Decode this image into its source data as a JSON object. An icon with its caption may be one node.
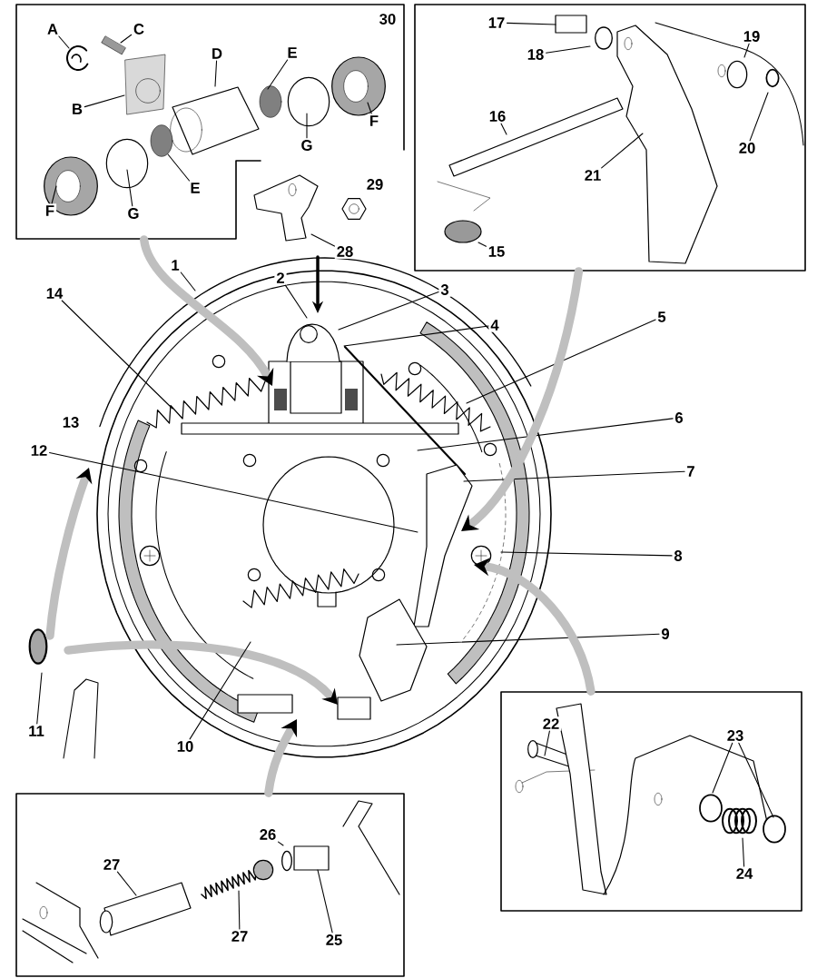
{
  "diagram": {
    "nodes": [
      {
        "text": [
          "30"
        ]
      },
      {
        "text": [
          "A"
        ],
        "in": 0
      },
      {
        "text": [
          "C"
        ],
        "in": 0
      },
      {
        "text": [
          "B"
        ],
        "in": 0
      },
      {
        "text": [
          "D"
        ],
        "in": 0
      },
      {
        "text": [
          "E"
        ],
        "in": 0
      },
      {
        "text": [
          "E"
        ],
        "in": 0
      },
      {
        "text": [
          "F"
        ],
        "in": 0
      },
      {
        "text": [
          "F"
        ],
        "in": 0
      },
      {
        "text": [
          "G"
        ],
        "in": 0
      },
      {
        "text": [
          "G"
        ],
        "in": 0
      },
      {
        "text": [],
        "shape": "box"
      },
      {
        "text": [
          "17"
        ],
        "in": 11
      },
      {
        "text": [
          "18"
        ],
        "in": 11
      },
      {
        "text": [
          "19"
        ],
        "in": 11
      },
      {
        "text": [
          "20"
        ],
        "in": 11
      },
      {
        "text": [
          "16"
        ],
        "in": 11
      },
      {
        "text": [
          "21"
        ],
        "in": 11
      },
      {
        "text": [
          "15"
        ],
        "in": 11
      },
      {
        "text": [
          "28"
        ]
      },
      {
        "text": [
          "1"
        ]
      },
      {
        "text": [
          "2"
        ]
      },
      {
        "text": [
          "3"
        ]
      },
      {
        "text": [
          "14"
        ]
      },
      {
        "text": [
          "5"
        ]
      },
      {
        "text": [
          "4"
        ]
      },
      {
        "text": [
          "6"
        ]
      },
      {
        "text": [
          "12"
        ]
      },
      {
        "text": [
          "7"
        ]
      },
      {
        "text": [
          "8"
        ]
      },
      {
        "text": [
          "9"
        ]
      },
      {
        "text": [
          "11"
        ]
      },
      {
        "text": [
          "10"
        ]
      },
      {
        "text": [],
        "shape": "box"
      },
      {
        "text": [
          "22"
        ],
        "in": 33
      },
      {
        "text": [
          "23"
        ],
        "in": 33
      },
      {
        "text": [
          "24"
        ],
        "in": 33
      },
      {
        "text": [],
        "shape": "box"
      },
      {
        "text": [
          "26"
        ],
        "in": 37
      },
      {
        "text": [
          "27"
        ],
        "in": 37
      },
      {
        "text": [
          "27"
        ],
        "in": 37
      },
      {
        "text": [
          "25"
        ],
        "in": 37
      }
    ],
    "edges": [
      {
        "from": 1,
        "to": null,
        "arrow": "none"
      },
      {
        "from": 2,
        "to": null,
        "arrow": "none"
      },
      {
        "from": 3,
        "to": null,
        "arrow": "none"
      },
      {
        "from": 4,
        "to": null,
        "arrow": "none"
      },
      {
        "from": 5,
        "to": null,
        "arrow": "none"
      },
      {
        "from": 6,
        "to": null,
        "arrow": "none"
      },
      {
        "from": 7,
        "to": null,
        "arrow": "none"
      },
      {
        "from": 8,
        "to": null,
        "arrow": "none"
      },
      {
        "from": 9,
        "to": null,
        "arrow": "none"
      },
      {
        "from": 10,
        "to": null,
        "arrow": "none"
      },
      {
        "from": 12,
        "to": null,
        "arrow": "none"
      },
      {
        "from": 13,
        "to": null,
        "arrow": "none"
      },
      {
        "from": 14,
        "to": null,
        "arrow": "none"
      },
      {
        "from": 15,
        "to": null,
        "arrow": "none"
      },
      {
        "from": 16,
        "to": null,
        "arrow": "none"
      },
      {
        "from": 17,
        "to": null,
        "arrow": "none"
      },
      {
        "from": 18,
        "to": null,
        "arrow": "none"
      },
      {
        "from": 19,
        "to": null,
        "arrow": "none"
      },
      {
        "from": 20,
        "to": null,
        "arrow": "none"
      },
      {
        "from": 21,
        "to": null,
        "arrow": "none"
      },
      {
        "from": 22,
        "to": null,
        "arrow": "none"
      },
      {
        "from": 23,
        "to": null,
        "arrow": "none"
      },
      {
        "from": 24,
        "to": null,
        "arrow": "none"
      },
      {
        "from": 25,
        "to": null,
        "arrow": "none"
      },
      {
        "from": 26,
        "to": null,
        "arrow": "none"
      },
      {
        "from": 27,
        "to": null,
        "arrow": "none"
      },
      {
        "from": 28,
        "to": null,
        "arrow": "none"
      },
      {
        "from": 29,
        "to": null,
        "arrow": "none"
      },
      {
        "from": 30,
        "to": null,
        "arrow": "none"
      },
      {
        "from": 31,
        "to": null,
        "arrow": "none"
      },
      {
        "from": 32,
        "to": null,
        "arrow": "none"
      },
      {
        "from": 34,
        "to": null,
        "arrow": "none"
      },
      {
        "from": 35,
        "to": null,
        "arrow": "none"
      },
      {
        "from": 35,
        "to": null,
        "arrow": "none"
      },
      {
        "from": 36,
        "to": null,
        "arrow": "none"
      },
      {
        "from": 38,
        "to": null,
        "arrow": "none"
      },
      {
        "from": 39,
        "to": null,
        "arrow": "none"
      },
      {
        "from": 40,
        "to": null,
        "arrow": "none"
      },
      {
        "from": 41,
        "to": null,
        "arrow": "none"
      },
      {
        "from": 0,
        "to": null,
        "arrow": "to",
        "style": "thick",
        "color": "#bfbfbf"
      },
      {
        "from": 11,
        "to": null,
        "arrow": "to",
        "style": "thick",
        "color": "#bfbfbf"
      },
      {
        "from": 33,
        "to": null,
        "arrow": "to",
        "style": "thick",
        "color": "#bfbfbf"
      },
      {
        "from": 37,
        "to": null,
        "arrow": "to",
        "style": "thick",
        "color": "#bfbfbf"
      }
    ],
    "labels": [
      "29",
      "13"
    ]
  }
}
